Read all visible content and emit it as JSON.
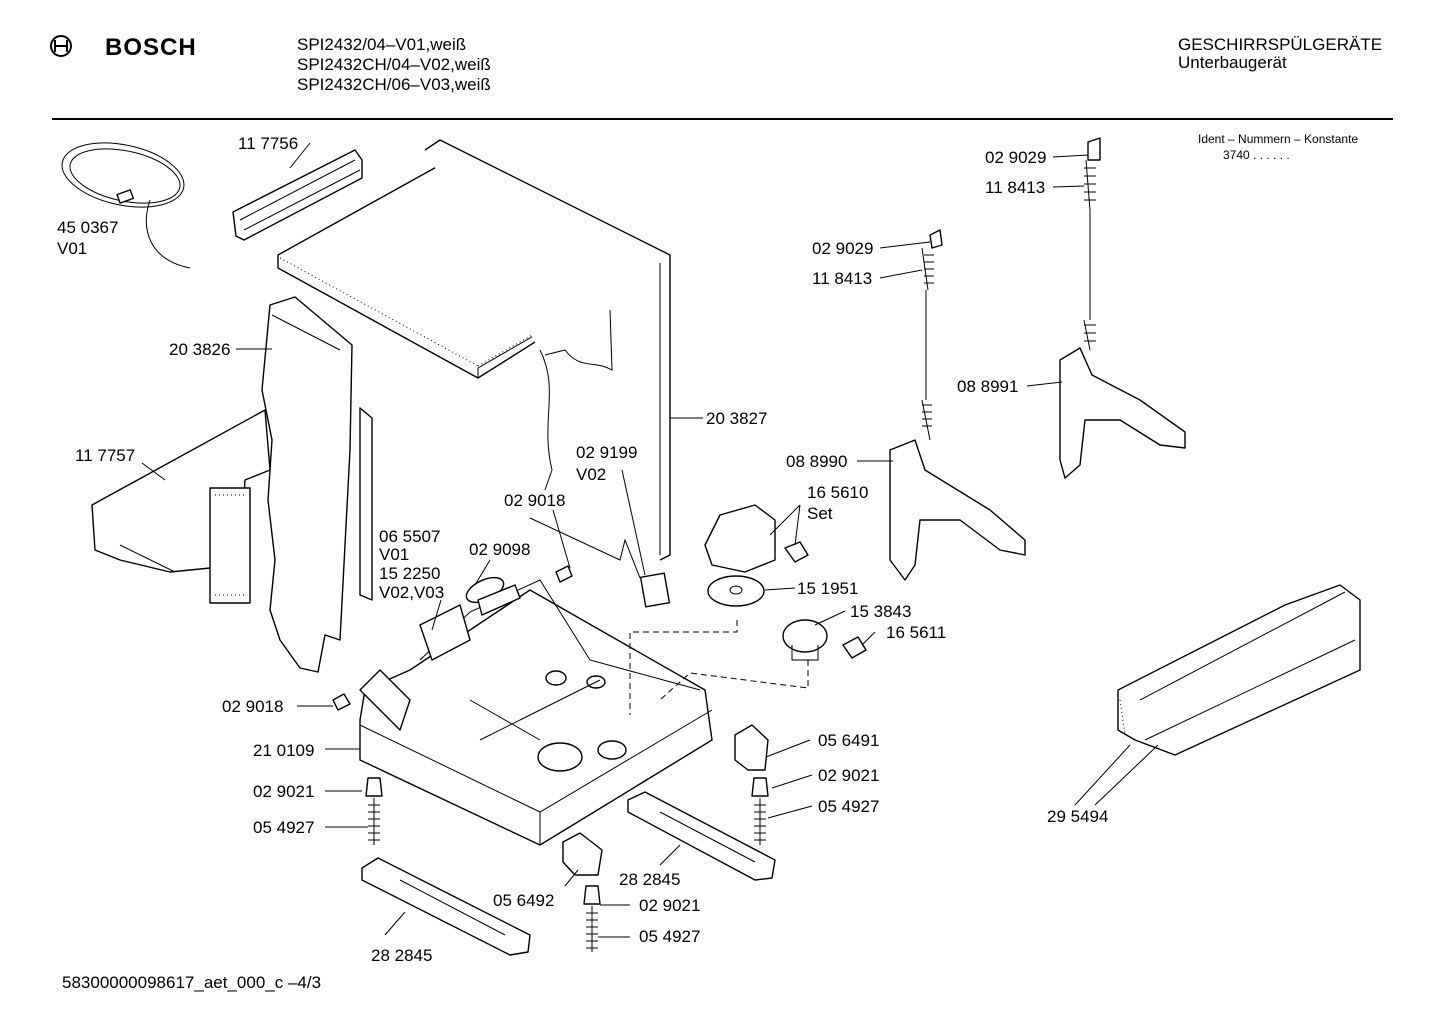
{
  "header": {
    "brand": "BOSCH",
    "models": [
      "SPI2432/04–V01,weiß",
      "SPI2432CH/04–V02,weiß",
      "SPI2432CH/06–V03,weiß"
    ],
    "category": "GESCHIRRSPÜLGERÄTE",
    "subcategory": "Unterbaugerät",
    "ident_title": "Ident – Nummern – Konstante",
    "ident_value": "3740  .  .     .  .  .  ."
  },
  "footer": {
    "doc_id": "58300000098617_aet_000_c  –4/3"
  },
  "parts": [
    {
      "id": "p450367",
      "text": [
        "45 0367",
        "V01"
      ]
    },
    {
      "id": "p117756",
      "text": [
        "11 7756"
      ]
    },
    {
      "id": "p203826",
      "text": [
        "20 3826"
      ]
    },
    {
      "id": "p117757",
      "text": [
        "11 7757"
      ]
    },
    {
      "id": "p203827",
      "text": [
        "20 3827"
      ]
    },
    {
      "id": "p029199",
      "text": [
        "02 9199",
        "V02"
      ]
    },
    {
      "id": "p029018a",
      "text": [
        "02 9018"
      ]
    },
    {
      "id": "p065507",
      "text": [
        "06 5507",
        "V01",
        "15 2250",
        "V02,V03"
      ]
    },
    {
      "id": "p029098",
      "text": [
        "02 9098"
      ]
    },
    {
      "id": "p029018b",
      "text": [
        "02 9018"
      ]
    },
    {
      "id": "p210109",
      "text": [
        "21 0109"
      ]
    },
    {
      "id": "p029021a",
      "text": [
        "02 9021"
      ]
    },
    {
      "id": "p054927a",
      "text": [
        "05 4927"
      ]
    },
    {
      "id": "p282845a",
      "text": [
        "28 2845"
      ]
    },
    {
      "id": "p056492",
      "text": [
        "05 6492"
      ]
    },
    {
      "id": "p029021b",
      "text": [
        "02 9021"
      ]
    },
    {
      "id": "p054927b",
      "text": [
        "05 4927"
      ]
    },
    {
      "id": "p282845b",
      "text": [
        "28 2845"
      ]
    },
    {
      "id": "p056491",
      "text": [
        "05 6491"
      ]
    },
    {
      "id": "p029021c",
      "text": [
        "02 9021"
      ]
    },
    {
      "id": "p054927c",
      "text": [
        "05 4927"
      ]
    },
    {
      "id": "p165610",
      "text": [
        "16 5610",
        "Set"
      ]
    },
    {
      "id": "p151951",
      "text": [
        "15 1951"
      ]
    },
    {
      "id": "p153843",
      "text": [
        "15 3843"
      ]
    },
    {
      "id": "p165611",
      "text": [
        "16 5611"
      ]
    },
    {
      "id": "p029029a",
      "text": [
        "02 9029"
      ]
    },
    {
      "id": "p118413a",
      "text": [
        "11 8413"
      ]
    },
    {
      "id": "p029029b",
      "text": [
        "02 9029"
      ]
    },
    {
      "id": "p118413b",
      "text": [
        "11 8413"
      ]
    },
    {
      "id": "p088991",
      "text": [
        "08 8991"
      ]
    },
    {
      "id": "p088990",
      "text": [
        "08 8990"
      ]
    },
    {
      "id": "p295494",
      "text": [
        "29 5494"
      ]
    }
  ]
}
